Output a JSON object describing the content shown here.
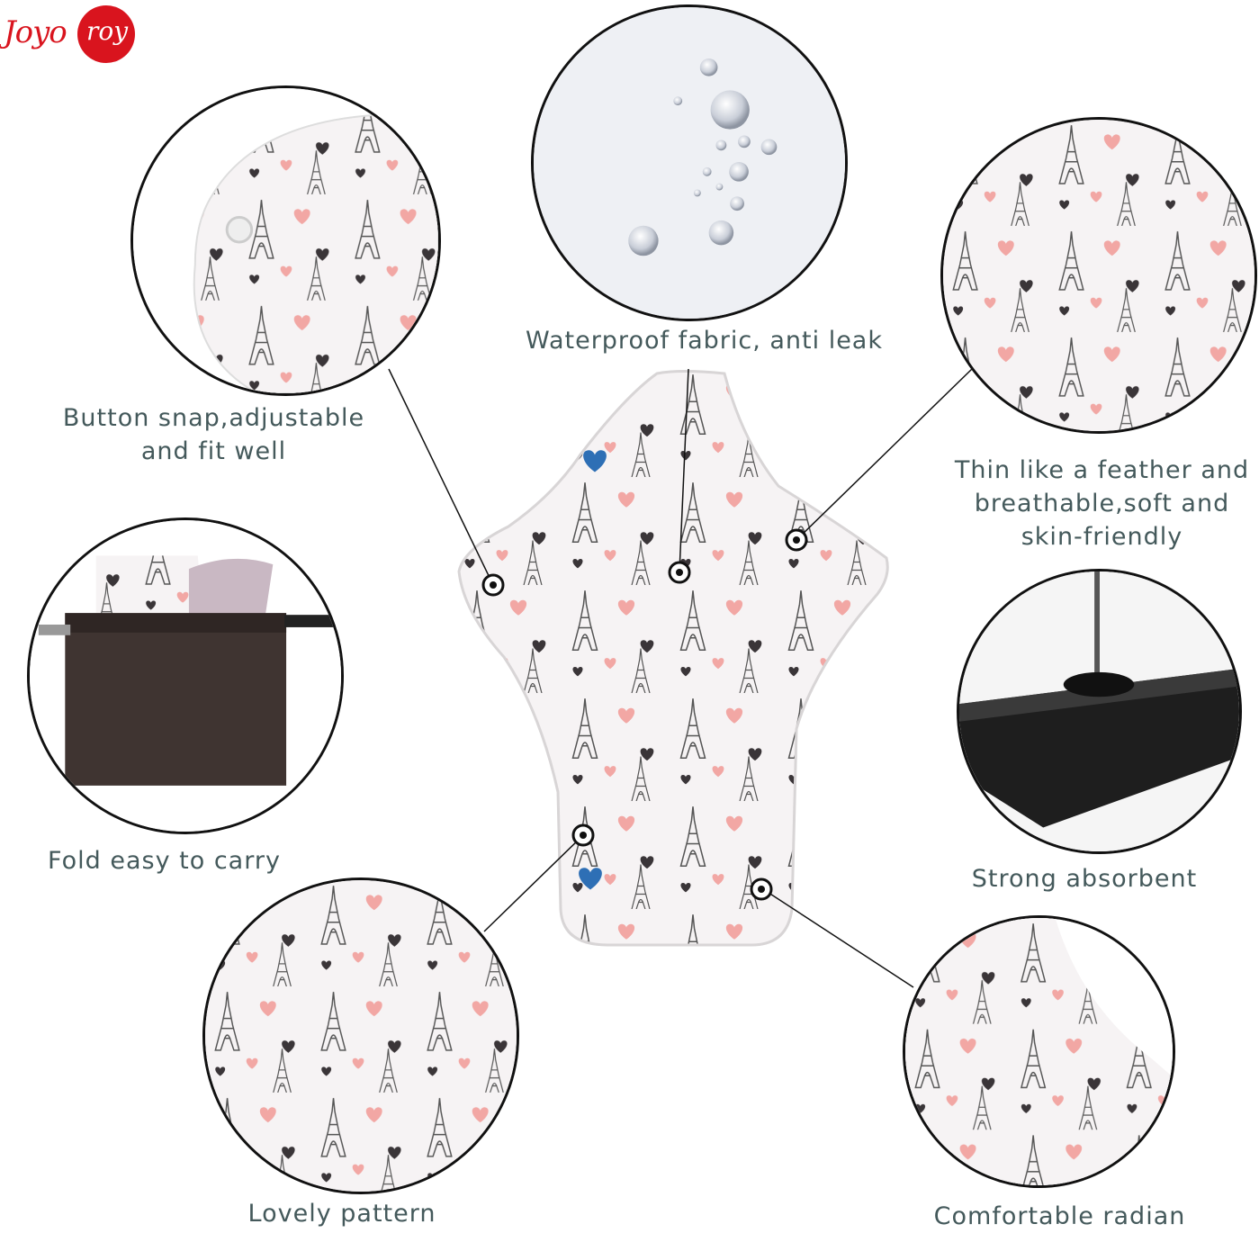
{
  "brand": {
    "logo_part_a": "Joyo",
    "logo_part_b": "roy",
    "color": "#d9141e"
  },
  "captions": {
    "waterproof": "Waterproof fabric, anti leak",
    "button_line1": "Button snap,adjustable",
    "button_line2": "and fit well",
    "thin_line1": "Thin like a feather and",
    "thin_line2": "breathable,soft and",
    "thin_line3": "skin-friendly",
    "fold": "Fold easy to carry",
    "absorbent": "Strong absorbent",
    "pattern": "Lovely pattern",
    "radian": "Comfortable radian"
  },
  "colors": {
    "caption_text": "#44595b",
    "heart_pink": "#f2a7a4",
    "heart_dark": "#3a3538",
    "heart_blue": "#2e6fb5",
    "bag_brown": "#3f3431",
    "core_black": "#1e1e1e"
  },
  "icons": [
    "eiffel-tower-icon",
    "heart-icon",
    "water-drop-icon",
    "snap-button-icon"
  ]
}
